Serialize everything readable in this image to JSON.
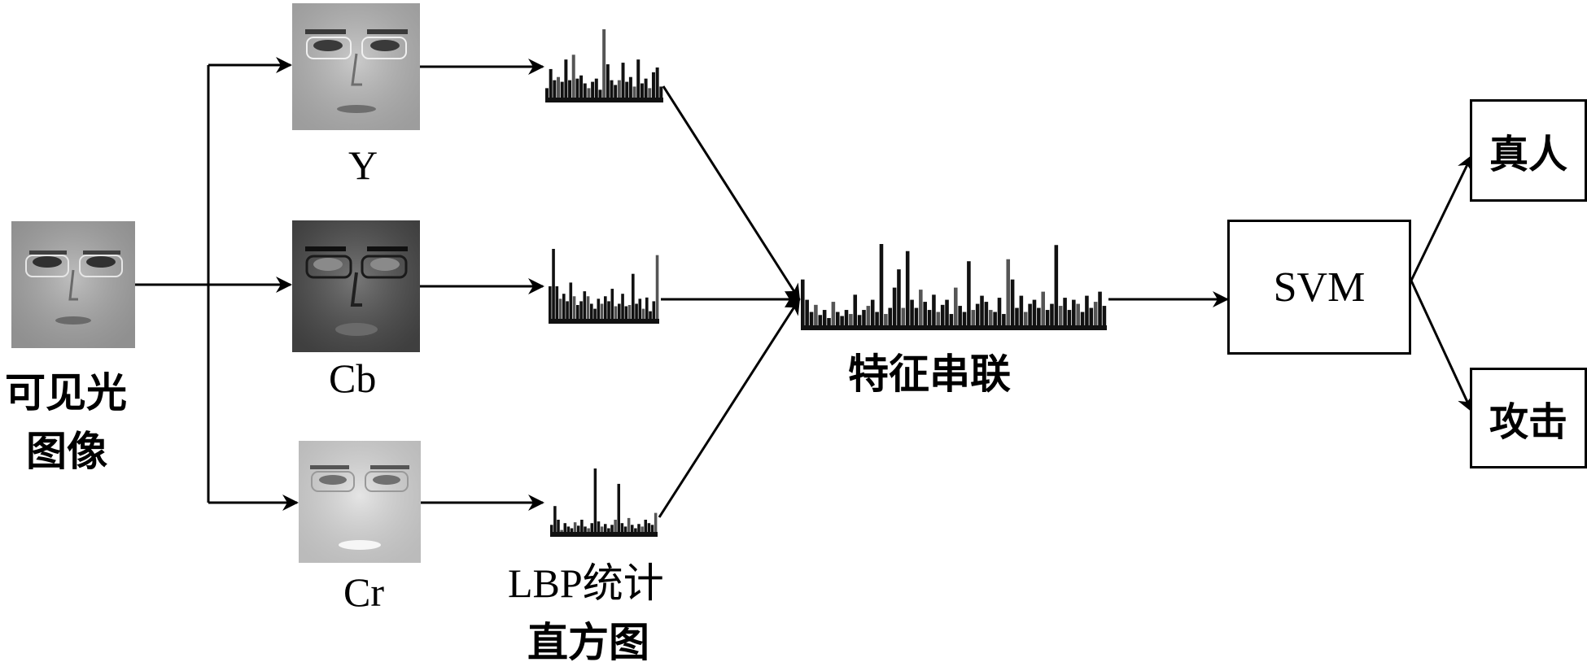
{
  "input": {
    "label_line1": "可见光",
    "label_line2": "图像"
  },
  "channels": [
    {
      "id": "y",
      "label": "Y",
      "face_tone": "#b9b9b9",
      "feature_tone": "#3a3a3a",
      "hist": [
        9,
        21,
        14,
        16,
        13,
        27,
        14,
        30,
        15,
        17,
        12,
        9,
        13,
        15,
        8,
        46,
        24,
        14,
        11,
        14,
        25,
        13,
        16,
        10,
        27,
        12,
        15,
        9,
        19,
        22,
        10
      ]
    },
    {
      "id": "cb",
      "label": "Cb",
      "face_tone": "#4a4a4a",
      "feature_tone": "#101010",
      "hist": [
        30,
        60,
        30,
        20,
        24,
        18,
        33,
        22,
        15,
        18,
        26,
        22,
        16,
        12,
        20,
        16,
        22,
        18,
        28,
        14,
        16,
        24,
        14,
        15,
        40,
        16,
        20,
        12,
        21,
        10,
        18,
        55
      ]
    },
    {
      "id": "cr",
      "label": "Cr",
      "face_tone": "#dcdcdc",
      "feature_tone": "#555555",
      "hist": [
        14,
        36,
        20,
        8,
        16,
        12,
        10,
        17,
        13,
        20,
        12,
        10,
        16,
        80,
        18,
        12,
        15,
        10,
        14,
        20,
        62,
        16,
        12,
        22,
        14,
        10,
        15,
        12,
        20,
        16,
        14,
        28
      ]
    }
  ],
  "histogram_caption": {
    "line1": "LBP统计",
    "line2": "直方图"
  },
  "concat": {
    "label": "特征串联",
    "hist": [
      50,
      30,
      18,
      25,
      15,
      20,
      12,
      28,
      18,
      14,
      20,
      16,
      35,
      15,
      20,
      24,
      30,
      18,
      85,
      16,
      22,
      42,
      60,
      22,
      78,
      30,
      22,
      40,
      28,
      20,
      35,
      18,
      25,
      30,
      16,
      42,
      24,
      18,
      68,
      20,
      26,
      34,
      28,
      20,
      18,
      32,
      16,
      70,
      50,
      22,
      34,
      18,
      26,
      30,
      22,
      38,
      20,
      26,
      84,
      24,
      32,
      20,
      30,
      26,
      18,
      34,
      22,
      28,
      38,
      24
    ]
  },
  "classifier": {
    "label": "SVM"
  },
  "outputs": [
    {
      "label": "真人"
    },
    {
      "label": "攻击"
    }
  ]
}
